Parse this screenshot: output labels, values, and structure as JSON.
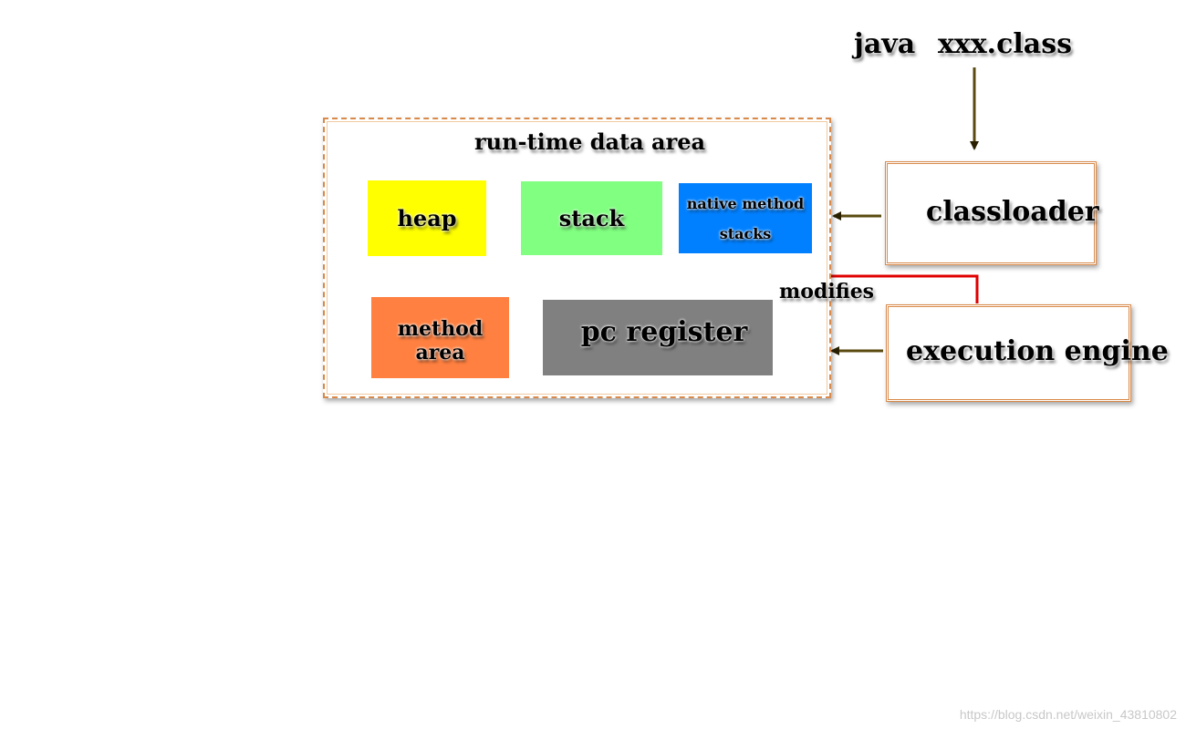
{
  "top_labels": {
    "java": "java",
    "class_file": "xxx.class"
  },
  "runtime_data_area": {
    "title": "run-time data area",
    "heap": {
      "label": "heap",
      "color": "#ffff00"
    },
    "stack": {
      "label": "stack",
      "color": "#80ff80"
    },
    "native_method_stacks": {
      "line1": "native method",
      "line2": "stacks",
      "color": "#0080ff"
    },
    "method_area": {
      "label": "method area",
      "color": "#ff8040"
    },
    "pc_register": {
      "label": "pc register",
      "color": "#808080"
    }
  },
  "classloader": {
    "label": "classloader"
  },
  "execution_engine": {
    "label": "execution engine"
  },
  "modifies_link": {
    "label": "modifies",
    "color": "#e00000"
  },
  "watermark": "https://blog.csdn.net/weixin_43810802"
}
